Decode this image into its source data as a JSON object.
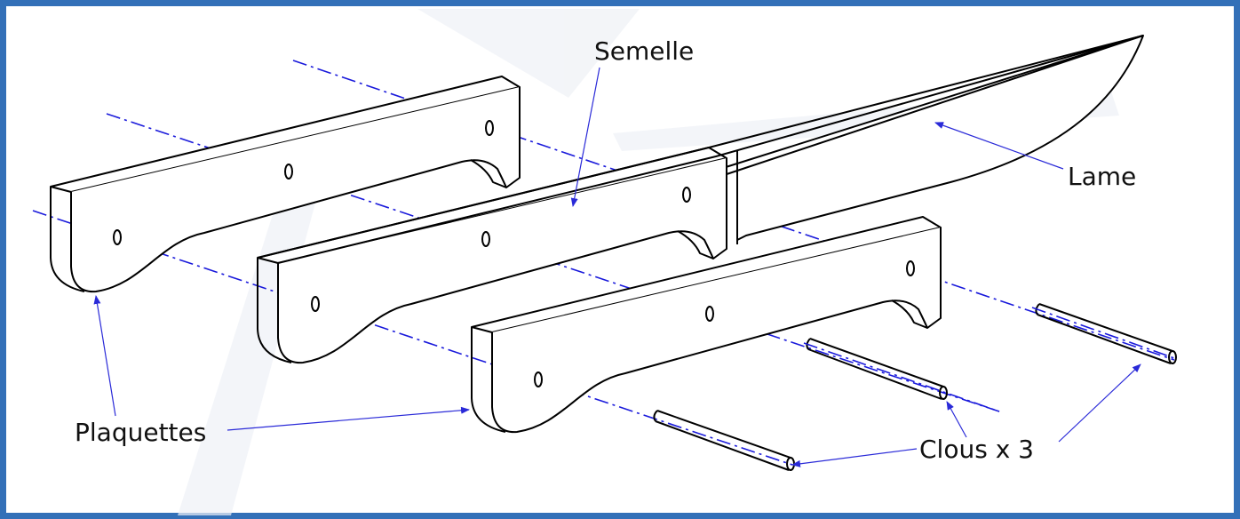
{
  "diagram": {
    "labels": {
      "semelle": "Semelle",
      "lame": "Lame",
      "plaquettes": "Plaquettes",
      "clous": "Clous x 3"
    },
    "colors": {
      "frame": "#3370b8",
      "axis": "#1a1adb",
      "leader": "#2a2ad8"
    }
  }
}
